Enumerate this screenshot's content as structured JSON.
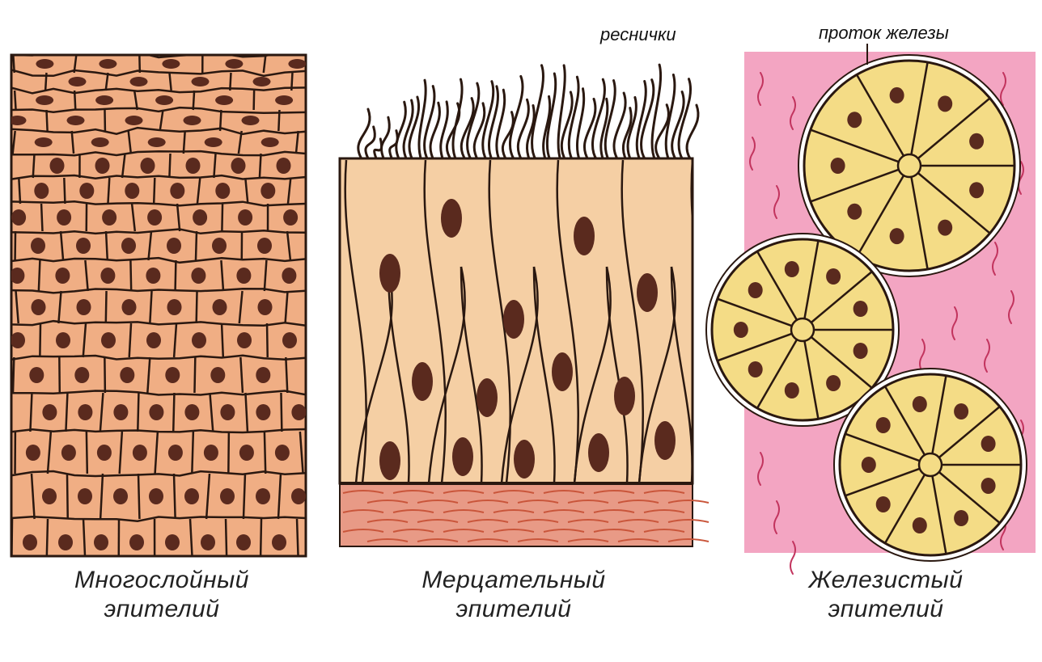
{
  "panels": [
    {
      "caption_line1": "Многослойный",
      "caption_line2": "эпителий"
    },
    {
      "caption_line1": "Мерцательный",
      "caption_line2": "эпителий"
    },
    {
      "caption_line1": "Железистый",
      "caption_line2": "эпителий"
    }
  ],
  "labels": {
    "cilia": "реснички",
    "gland_duct": "проток железы"
  },
  "colors": {
    "stratified_cell": "#F0AE84",
    "nucleus": "#5A2A1E",
    "outline": "#2A1810",
    "ciliated_cell": "#F5CFA4",
    "connective_tissue": "#E89A86",
    "gland_cell": "#F4DC86",
    "gland_background": "#F3A5C2"
  }
}
